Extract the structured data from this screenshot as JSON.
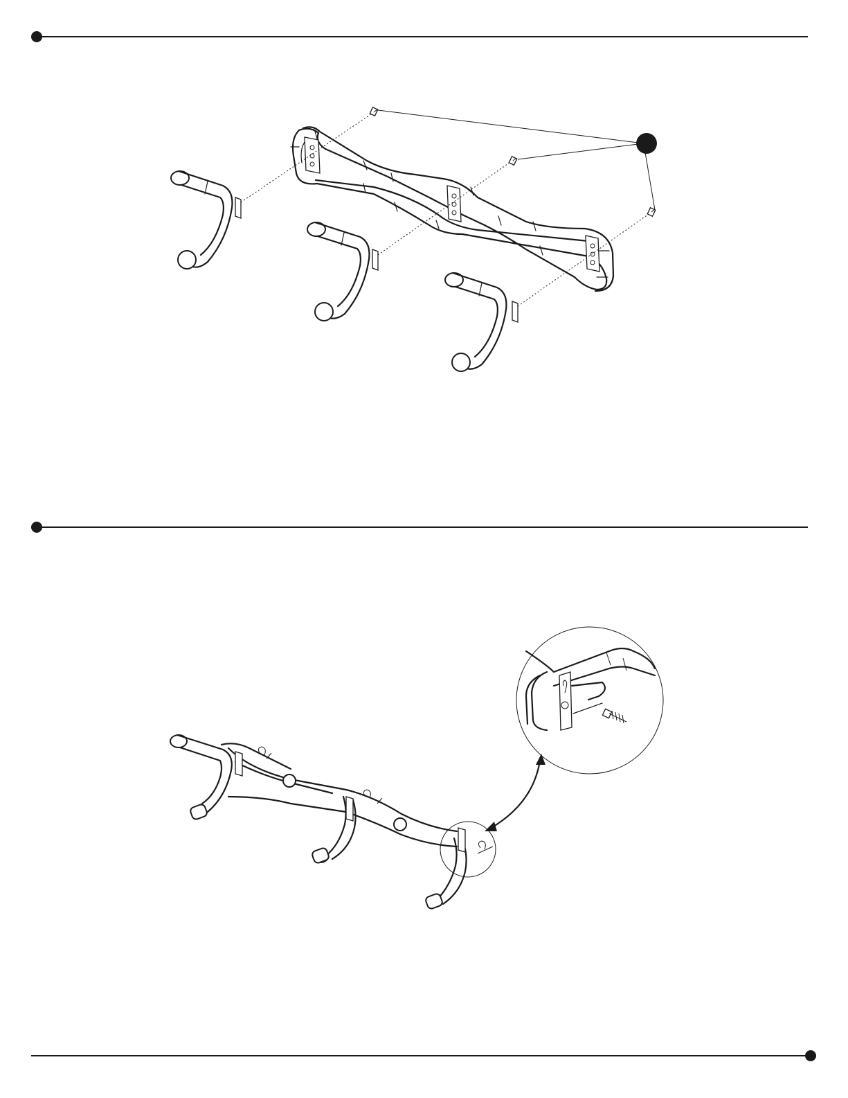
{
  "page": {
    "title": "",
    "step_markers": [
      "step-1",
      "step-2",
      "footer"
    ]
  },
  "icons": {
    "step_bullet": "filled-circle",
    "callout_marker": "filled-circle",
    "detail_arrow": "double-headed-curved-arrow"
  }
}
